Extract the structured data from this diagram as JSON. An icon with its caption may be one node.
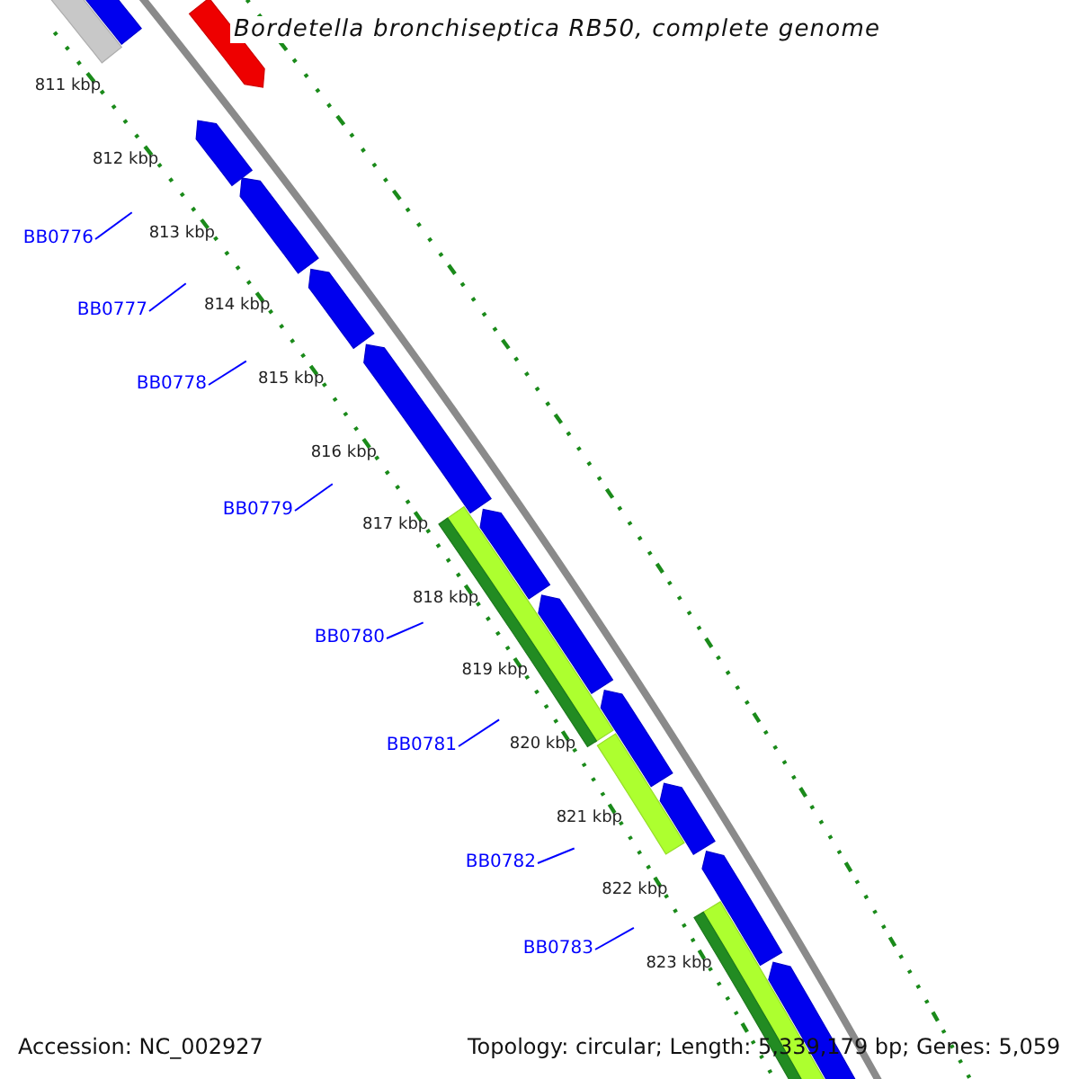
{
  "diagram": {
    "title": "Bordetella bronchiseptica RB50, complete genome",
    "nodes": [
      {
        "text": [
          "BB0776"
        ]
      },
      {
        "text": [
          "BB0777"
        ]
      },
      {
        "text": [
          "BB0778"
        ]
      },
      {
        "text": [
          "BB0779"
        ]
      },
      {
        "text": [
          "BB0780"
        ]
      },
      {
        "text": [
          "BB0781"
        ]
      },
      {
        "text": [
          "BB0782"
        ]
      },
      {
        "text": [
          "BB0783"
        ]
      }
    ],
    "edges": [
      {
        "from": 0,
        "to": null,
        "arrow": "none"
      },
      {
        "from": 1,
        "to": null,
        "arrow": "none"
      },
      {
        "from": 2,
        "to": null,
        "arrow": "none"
      },
      {
        "from": 3,
        "to": null,
        "arrow": "none"
      },
      {
        "from": 4,
        "to": null,
        "arrow": "none"
      },
      {
        "from": 5,
        "to": null,
        "arrow": "none"
      },
      {
        "from": 6,
        "to": null,
        "arrow": "none"
      },
      {
        "from": 7,
        "to": null,
        "arrow": "none"
      }
    ],
    "labels": [
      "811 kbp",
      "812 kbp",
      "813 kbp",
      "814 kbp",
      "815 kbp",
      "816 kbp",
      "817 kbp",
      "818 kbp",
      "819 kbp",
      "820 kbp",
      "821 kbp",
      "822 kbp",
      "823 kbp",
      "Accession: NC_002927",
      "Topology: circular; Length: 5,339,179 bp; Genes: 5,059"
    ]
  }
}
